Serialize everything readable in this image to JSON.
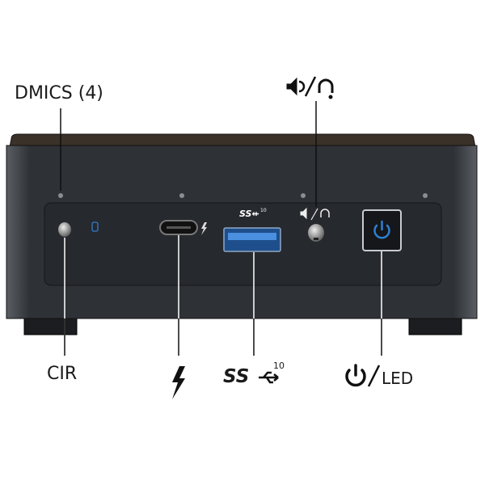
{
  "labels": {
    "dmics": "DMICS (4)",
    "cir": "CIR",
    "led": "LED",
    "usb_superscript": "10",
    "usb_ss": "SS"
  },
  "icons": [
    "speaker-icon",
    "headset-icon",
    "thunderbolt-icon",
    "usb-superspeed-icon",
    "power-icon",
    "hdd-led-icon"
  ],
  "colors": {
    "case": "#2b2e33",
    "panel": "#26292d",
    "accent_blue": "#2f7fd1"
  }
}
